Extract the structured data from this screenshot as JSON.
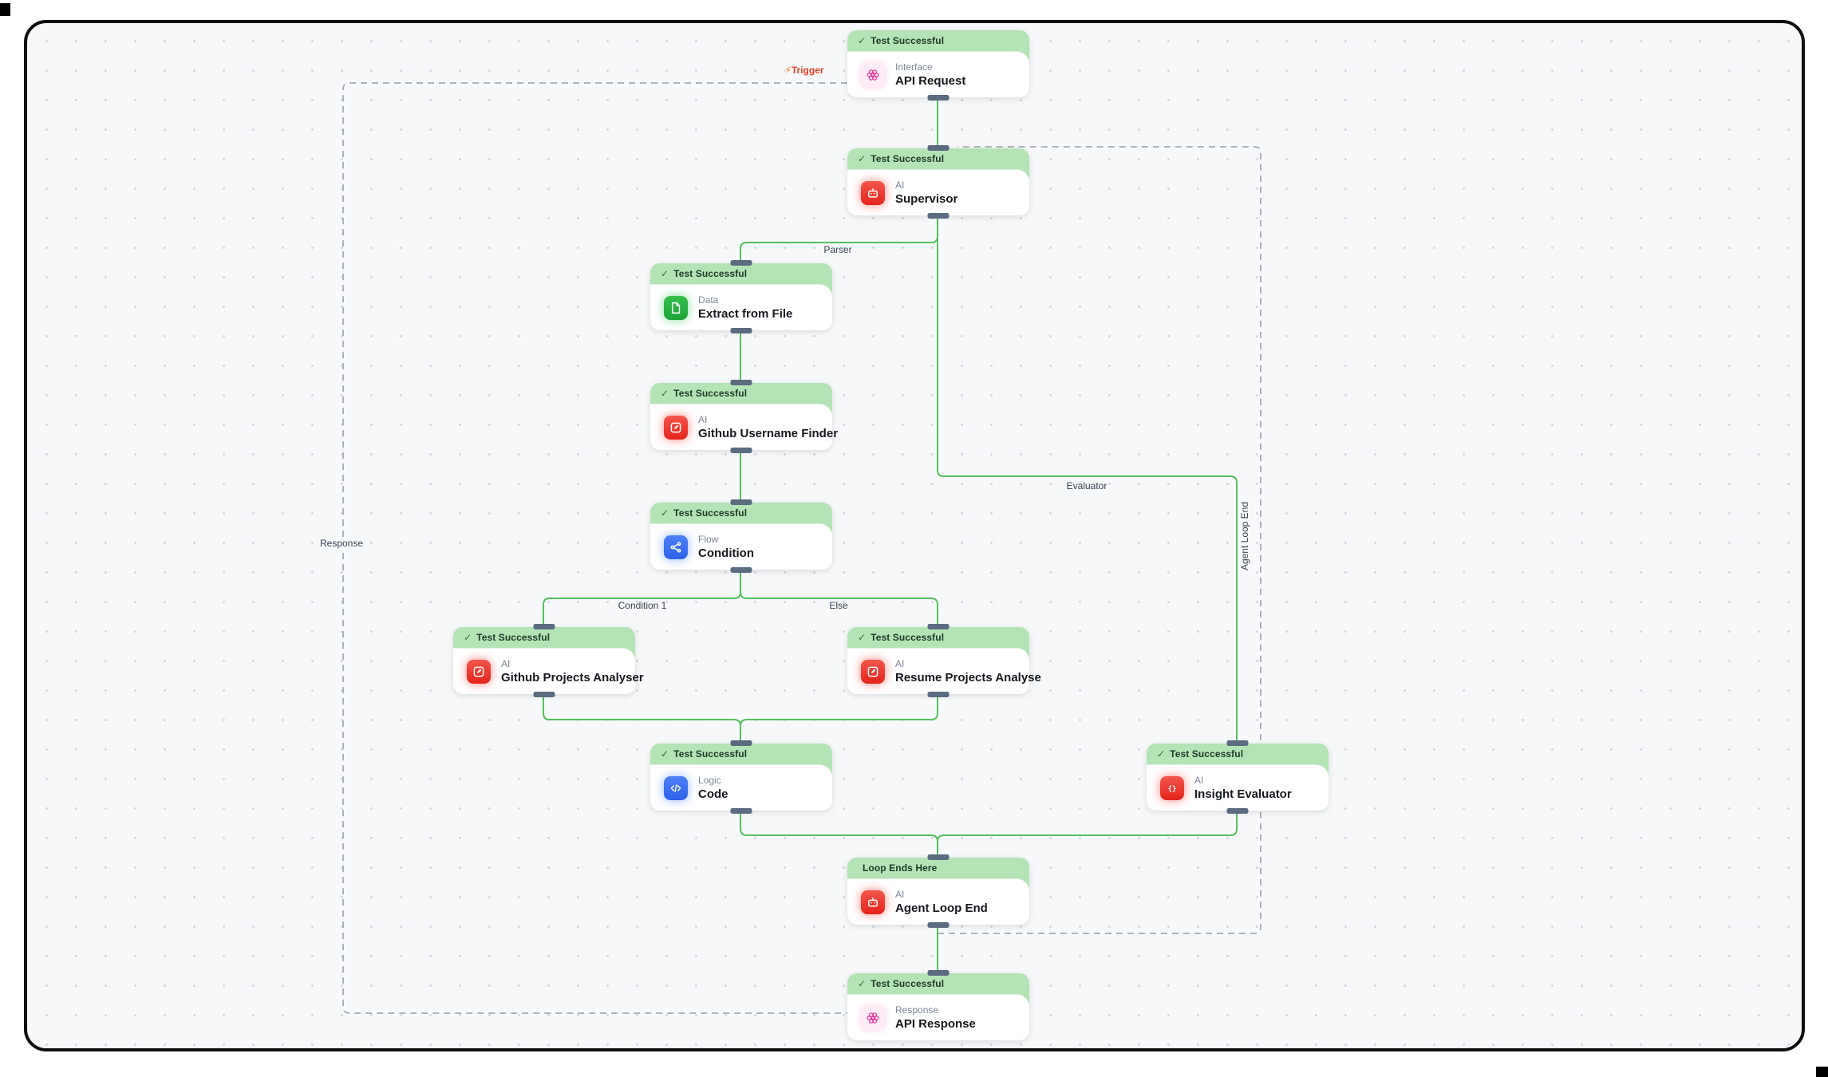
{
  "canvas": {
    "background": "#f7f8fa",
    "success_edge_color": "#56bf5e",
    "loop_edge_color": "#a3aab4",
    "badge_color": "#b4e3b6"
  },
  "nodes": [
    {
      "id": "api-request",
      "badge_check": "✓",
      "badge": "Test Successful",
      "category": "Interface",
      "title": "API Request",
      "icon": "api-flower-icon",
      "icon_color": "#e340a0"
    },
    {
      "id": "supervisor",
      "badge_check": "✓",
      "badge": "Test Successful",
      "category": "AI",
      "title": "Supervisor",
      "icon": "robot-icon",
      "icon_color": "#e8352c"
    },
    {
      "id": "extract-from-file",
      "badge_check": "✓",
      "badge": "Test Successful",
      "category": "Data",
      "title": "Extract from File",
      "icon": "file-icon",
      "icon_color": "#27b244"
    },
    {
      "id": "github-username-finder",
      "badge_check": "✓",
      "badge": "Test Successful",
      "category": "AI",
      "title": "Github Username Finder",
      "icon": "edit-file-icon",
      "icon_color": "#e8352c"
    },
    {
      "id": "condition",
      "badge_check": "✓",
      "badge": "Test Successful",
      "category": "Flow",
      "title": "Condition",
      "icon": "share-icon",
      "icon_color": "#3d71f2"
    },
    {
      "id": "github-projects-analyser",
      "badge_check": "✓",
      "badge": "Test Successful",
      "category": "AI",
      "title": "Github Projects Analyser",
      "icon": "edit-file-icon",
      "icon_color": "#e8352c"
    },
    {
      "id": "resume-projects-analyse",
      "badge_check": "✓",
      "badge": "Test Successful",
      "category": "AI",
      "title": "Resume Projects Analyse",
      "icon": "edit-file-icon",
      "icon_color": "#e8352c"
    },
    {
      "id": "code",
      "badge_check": "✓",
      "badge": "Test Successful",
      "category": "Logic",
      "title": "Code",
      "icon": "code-icon",
      "icon_color": "#3d71f2"
    },
    {
      "id": "insight-evaluator",
      "badge_check": "✓",
      "badge": "Test Successful",
      "category": "AI",
      "title": "Insight Evaluator",
      "icon": "braces-icon",
      "icon_color": "#e8352c"
    },
    {
      "id": "agent-loop-end",
      "badge_check": "",
      "badge": "Loop Ends Here",
      "category": "AI",
      "title": "Agent Loop End",
      "icon": "robot-icon",
      "icon_color": "#e8352c"
    },
    {
      "id": "api-response",
      "badge_check": "✓",
      "badge": "Test Successful",
      "category": "Response",
      "title": "API Response",
      "icon": "api-flower-icon",
      "icon_color": "#e340a0"
    }
  ],
  "edge_labels": {
    "trigger": {
      "icon": "⚡",
      "text": "Trigger",
      "color": "#e2402a"
    },
    "parser": {
      "text": "Parser"
    },
    "evaluator": {
      "text": "Evaluator"
    },
    "condition_true": {
      "text": "Condition 1"
    },
    "condition_else": {
      "text": "Else"
    },
    "response": {
      "text": "Response"
    },
    "agent_loop": {
      "text": "Agent Loop End"
    }
  }
}
